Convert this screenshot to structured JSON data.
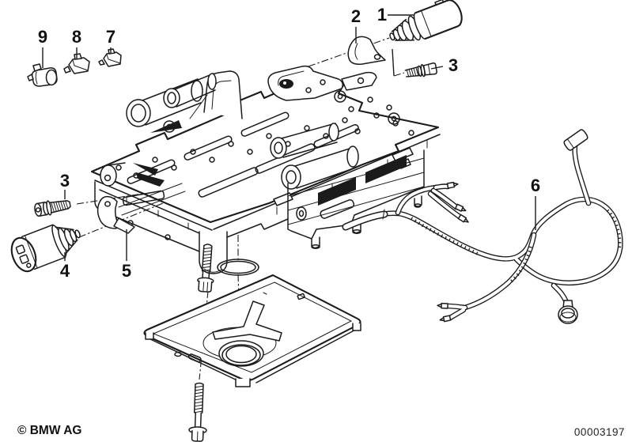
{
  "figure": {
    "copyright": "© BMW AG",
    "figure_number": "00003197",
    "colors": {
      "line": "#1b1b1b",
      "background": "#ffffff"
    },
    "callouts": [
      {
        "label": "1"
      },
      {
        "label": "2"
      },
      {
        "label": "3"
      },
      {
        "label": "3"
      },
      {
        "label": "4"
      },
      {
        "label": "5"
      },
      {
        "label": "6"
      },
      {
        "label": "7"
      },
      {
        "label": "8"
      },
      {
        "label": "9"
      }
    ]
  }
}
